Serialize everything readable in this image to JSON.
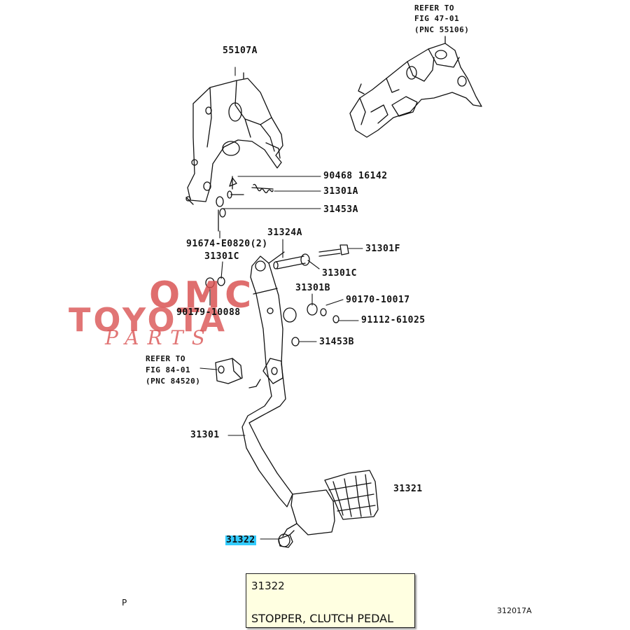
{
  "watermark": {
    "line1": "OMC",
    "line2": "TOYOTA",
    "line3": "PARTS"
  },
  "callouts": {
    "ref_47": [
      "REFER TO",
      "FIG 47-01",
      "(PNC 55106)"
    ],
    "p55107a": "55107A",
    "p90468": "90468 16142",
    "p31301a": "31301A",
    "p31453a": "31453A",
    "p91674": "91674-E0820(2)",
    "p31324a": "31324A",
    "p31301f": "31301F",
    "p31301c_left": "31301C",
    "p31301c_right": "31301C",
    "p31301b": "31301B",
    "p90170": "90170-10017",
    "p90179": "90179-10088",
    "p91112": "91112-61025",
    "p31453b": "31453B",
    "ref_84": [
      "REFER TO",
      "FIG 84-01",
      "(PNC 84520)"
    ],
    "p31301": "31301",
    "p31321": "31321",
    "p31322": "31322"
  },
  "tooltip": {
    "code": "31322",
    "description": "STOPPER, CLUTCH PEDAL"
  },
  "footer": {
    "page_marker": "P",
    "figure_code": "312017A"
  },
  "colors": {
    "highlight": "#33ccff",
    "watermark": "#d94f4f",
    "tooltip_bg": "#ffffe1"
  }
}
